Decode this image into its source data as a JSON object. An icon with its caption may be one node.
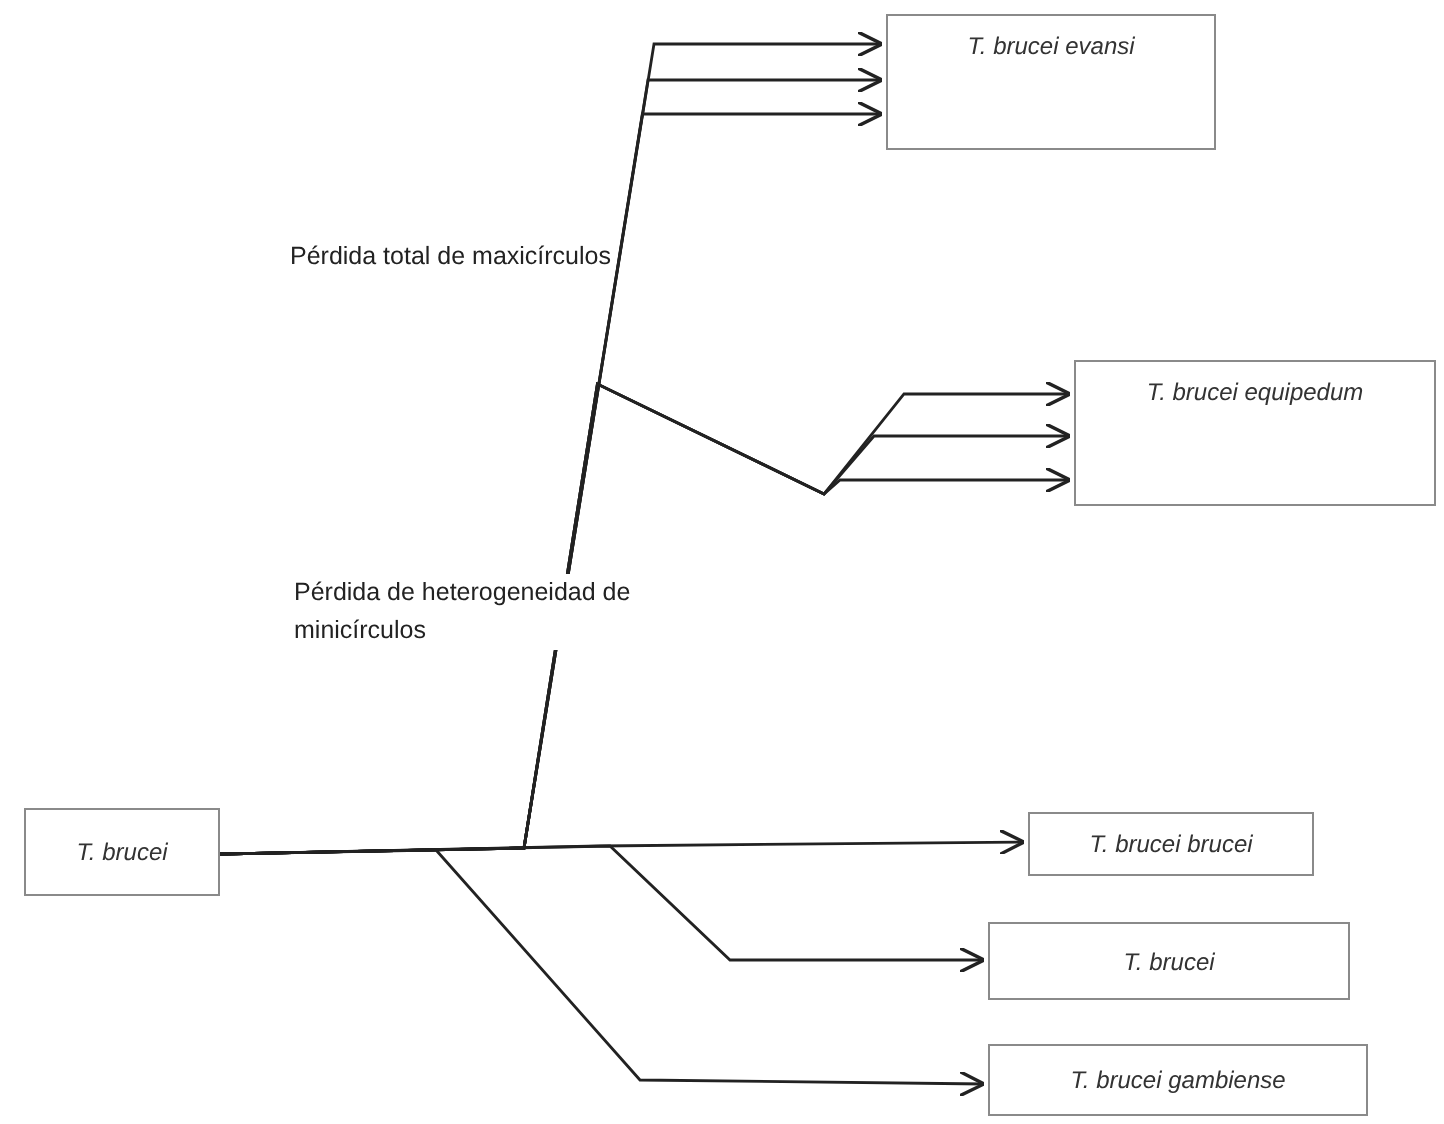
{
  "diagram": {
    "nodes": [
      {
        "text": [
          "T. brucei"
        ]
      },
      {
        "text": [
          "T. brucei evansi"
        ]
      },
      {
        "text": [
          "T. brucei equipedum"
        ]
      },
      {
        "text": [
          "T. brucei brucei"
        ]
      },
      {
        "text": [
          "T. brucei"
        ]
      },
      {
        "text": [
          "T. brucei gambiense"
        ]
      }
    ],
    "edges": [
      {
        "from": 0,
        "to": 1,
        "arrow": "to"
      },
      {
        "from": 0,
        "to": 1,
        "arrow": "to"
      },
      {
        "from": 0,
        "to": 1,
        "arrow": "to"
      },
      {
        "from": 0,
        "to": 2,
        "arrow": "to"
      },
      {
        "from": 0,
        "to": 2,
        "arrow": "to"
      },
      {
        "from": 0,
        "to": 2,
        "arrow": "to"
      },
      {
        "from": 0,
        "to": 3,
        "arrow": "to"
      },
      {
        "from": 0,
        "to": 4,
        "arrow": "to"
      },
      {
        "from": 0,
        "to": 5,
        "arrow": "to"
      }
    ],
    "labels": [
      "Pérdida total de maxicírculos",
      "Pérdida de heterogeneidad de minicírculos"
    ]
  }
}
